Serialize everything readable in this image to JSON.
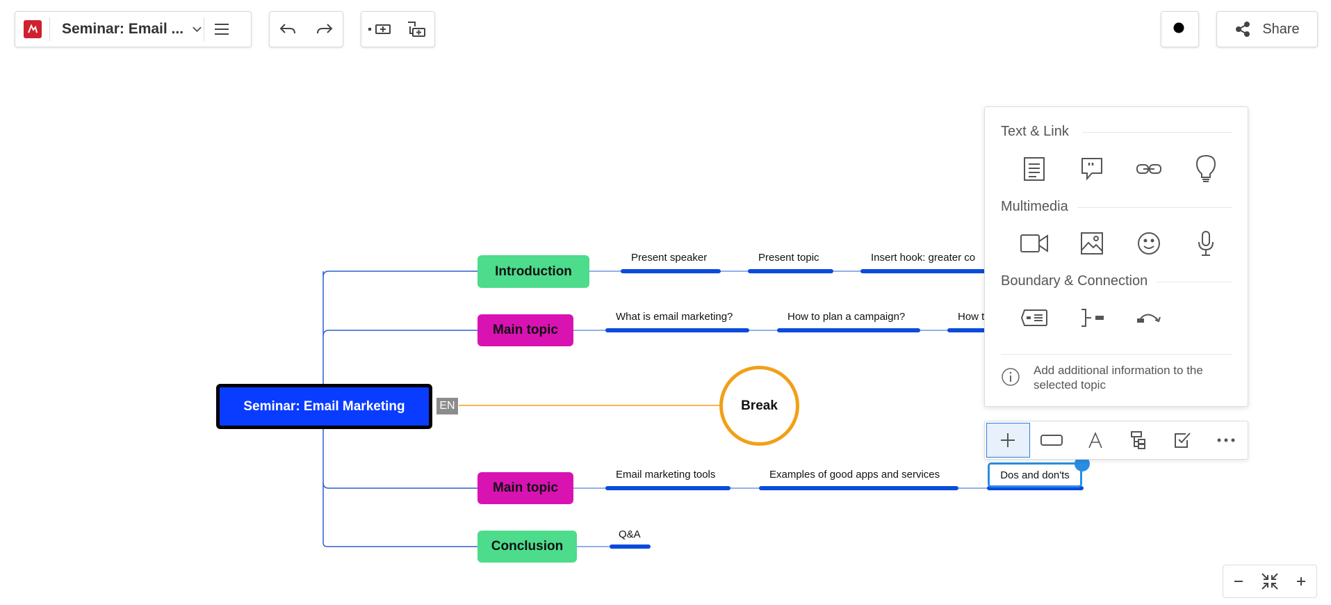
{
  "toolbar": {
    "doc_title": "Seminar: Email ...",
    "share_label": "Share"
  },
  "map": {
    "root": "Seminar: Email Marketing",
    "lang_badge": "EN",
    "branches": [
      {
        "label": "Introduction",
        "color": "#4cdc8c",
        "subtopics": [
          "Present speaker",
          "Present topic",
          "Insert hook: greater co"
        ]
      },
      {
        "label": "Main topic",
        "color": "#d912b2",
        "subtopics": [
          "What is email marketing?",
          "How to plan a campaign?",
          "How t"
        ]
      },
      {
        "label": "Break",
        "color": "#f29f18",
        "subtopics": []
      },
      {
        "label": "Main topic",
        "color": "#d912b2",
        "subtopics": [
          "Email marketing tools",
          "Examples of good apps and services",
          "Dos and don'ts"
        ]
      },
      {
        "label": "Conclusion",
        "color": "#4cdc8c",
        "subtopics": [
          "Q&A"
        ]
      }
    ],
    "colors": {
      "root": "#0a3cff",
      "subtopic_line": "#0a4bdc",
      "connector": "#2a5fcf",
      "selection": "#2a8de1"
    }
  },
  "panel": {
    "sections": [
      {
        "title": "Text & Link",
        "icons": [
          "notes-icon",
          "comment-icon",
          "link-icon",
          "idea-icon"
        ]
      },
      {
        "title": "Multimedia",
        "icons": [
          "video-icon",
          "image-icon",
          "emoji-icon",
          "microphone-icon"
        ]
      },
      {
        "title": "Boundary & Connection",
        "icons": [
          "boundary-icon",
          "summary-icon",
          "connection-icon"
        ]
      }
    ],
    "info_text": "Add additional information to the selected topic"
  }
}
